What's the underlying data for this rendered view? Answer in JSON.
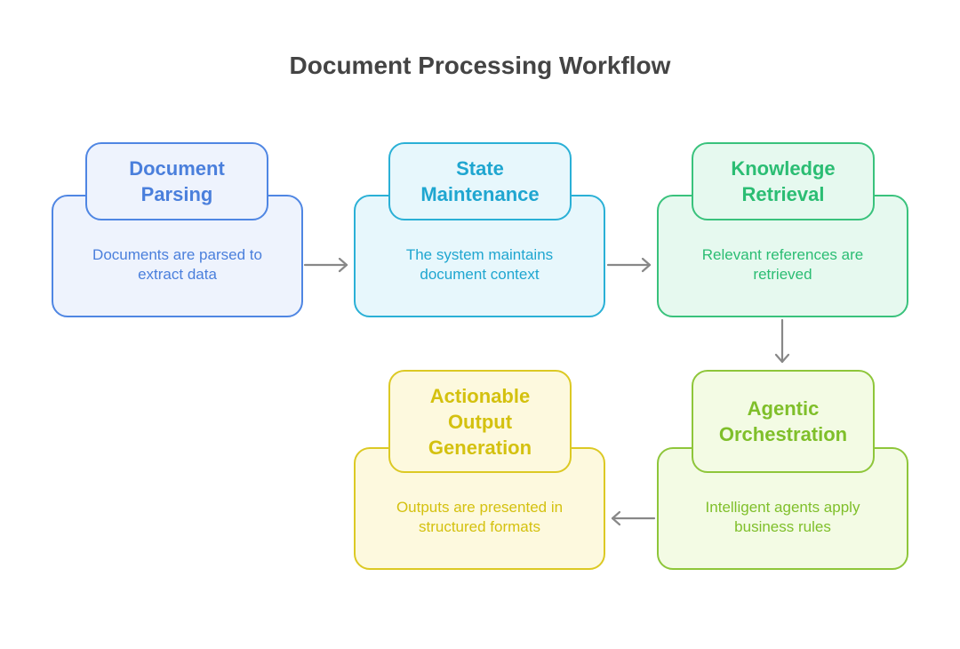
{
  "title": "Document Processing Workflow",
  "stages": [
    {
      "id": "document-parsing",
      "heading": [
        "Document",
        "Parsing"
      ],
      "description": "Documents are parsed to extract data",
      "color": "#4f86e3"
    },
    {
      "id": "state-maintenance",
      "heading": [
        "State",
        "Maintenance"
      ],
      "description": "The system maintains document context",
      "color": "#2ab0d6"
    },
    {
      "id": "knowledge-retrieval",
      "heading": [
        "Knowledge",
        "Retrieval"
      ],
      "description": "Relevant references are retrieved",
      "color": "#39c27c"
    },
    {
      "id": "agentic-orchestration",
      "heading": [
        "Agentic",
        "Orchestration"
      ],
      "description": "Intelligent agents apply business rules",
      "color": "#8ec63a"
    },
    {
      "id": "actionable-output-generation",
      "heading": [
        "Actionable",
        "Output",
        "Generation"
      ],
      "description": "Outputs are presented in structured formats",
      "color": "#dcc924"
    }
  ],
  "flow": [
    [
      "document-parsing",
      "state-maintenance"
    ],
    [
      "state-maintenance",
      "knowledge-retrieval"
    ],
    [
      "knowledge-retrieval",
      "agentic-orchestration"
    ],
    [
      "agentic-orchestration",
      "actionable-output-generation"
    ]
  ],
  "arrow_color": "#888888"
}
